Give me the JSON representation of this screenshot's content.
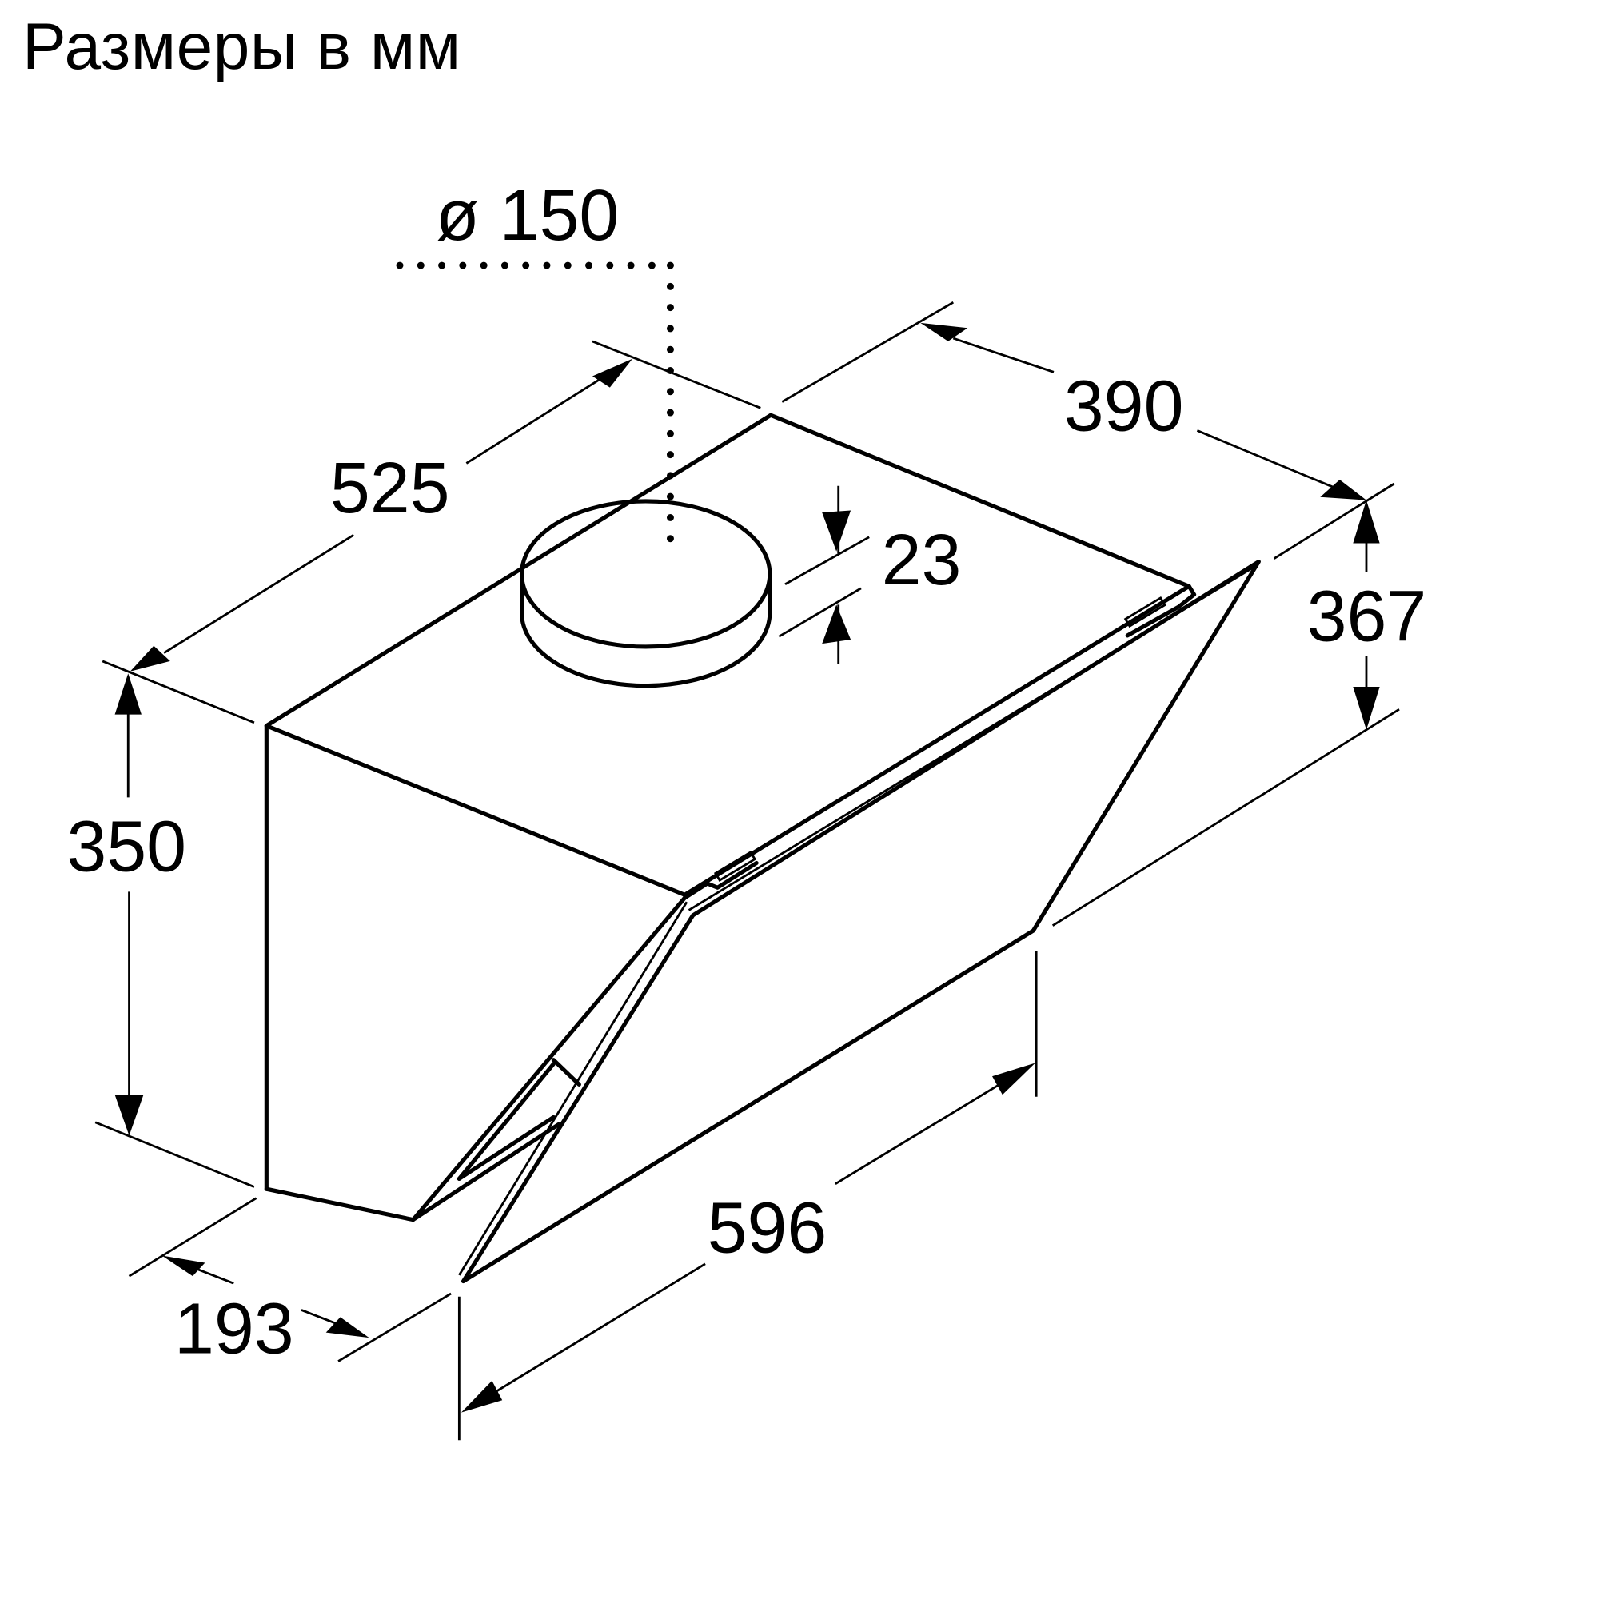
{
  "title": "Размеры в мм",
  "diagram": {
    "subject": "range-hood",
    "units": "mm",
    "dimensions": {
      "duct_diameter": "ø 150",
      "depth_top": "525",
      "width_top": "390",
      "collar_height": "23",
      "front_height": "367",
      "body_height": "350",
      "bottom_depth": "193",
      "total_width": "596"
    }
  },
  "colors": {
    "line": "#000000",
    "background": "#ffffff"
  }
}
